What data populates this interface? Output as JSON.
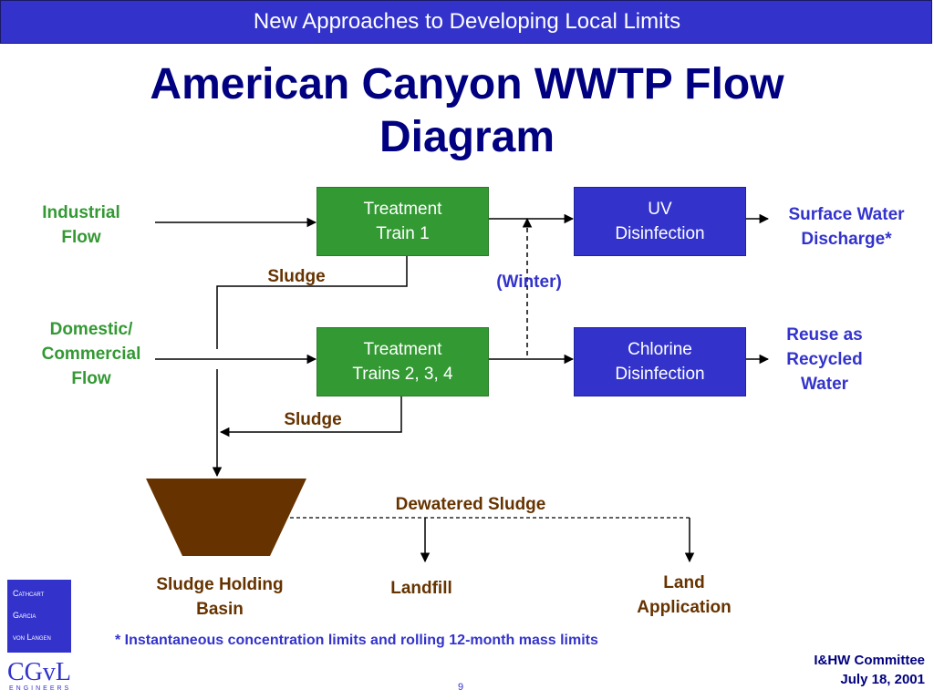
{
  "header": {
    "title": "New Approaches to Developing Local Limits"
  },
  "slide": {
    "title": "American Canyon WWTP Flow Diagram"
  },
  "diagram": {
    "inputs": {
      "industrial": "Industrial\nFlow",
      "domestic": "Domestic/\nCommercial\nFlow"
    },
    "boxes": {
      "train1": "Treatment\nTrain 1",
      "trains234": "Treatment\nTrains 2, 3, 4",
      "uv": "UV\nDisinfection",
      "chlorine": "Chlorine\nDisinfection"
    },
    "outputs": {
      "surface": "Surface Water\nDischarge*",
      "reuse": "Reuse as\nRecycled\nWater"
    },
    "labels": {
      "sludge_top": "Sludge",
      "sludge_bottom": "Sludge",
      "winter": "(Winter)",
      "dewatered": "Dewatered Sludge",
      "basin": "Sludge Holding\nBasin",
      "landfill": "Landfill",
      "land_application": "Land\nApplication"
    },
    "colors": {
      "treatment": "#339933",
      "disinfection": "#3333cc",
      "basin": "#663300"
    }
  },
  "footnote": "* Instantaneous concentration limits and rolling 12-month mass limits",
  "logo": {
    "line1": "Cathcart",
    "line2": "Garcia",
    "line3": "von Langen",
    "mark": "CGvL",
    "sub": "ENGINEERS"
  },
  "footer": {
    "committee": "I&HW Committee",
    "date": "July 18, 2001",
    "page": "9"
  }
}
